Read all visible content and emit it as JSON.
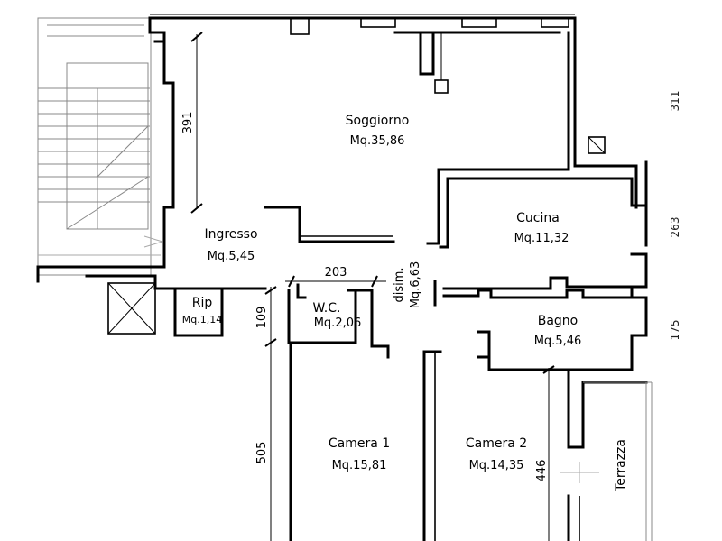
{
  "rooms": {
    "soggiorno": {
      "name": "Soggiorno",
      "area": "Mq.35,86"
    },
    "ingresso": {
      "name": "Ingresso",
      "area": "Mq.5,45"
    },
    "rip": {
      "name": "Rip",
      "area": "Mq.1,14"
    },
    "wc": {
      "name": "W.C.",
      "area": "Mq.2,06"
    },
    "disim": {
      "name": "disim.",
      "area": "Mq.6,63"
    },
    "cucina": {
      "name": "Cucina",
      "area": "Mq.11,32"
    },
    "bagno": {
      "name": "Bagno",
      "area": "Mq.5,46"
    },
    "camera1": {
      "name": "Camera 1",
      "area": "Mq.15,81"
    },
    "camera2": {
      "name": "Camera 2",
      "area": "Mq.14,35"
    },
    "terrazza": {
      "name": "Terrazza"
    }
  },
  "dimensions": {
    "soggiorno_depth": "391",
    "corridor_width": "203",
    "wc_depth": "109",
    "camera1_depth": "505",
    "camera2_depth": "446",
    "edge_top": "311",
    "edge_mid": "263",
    "edge_low": "175"
  }
}
